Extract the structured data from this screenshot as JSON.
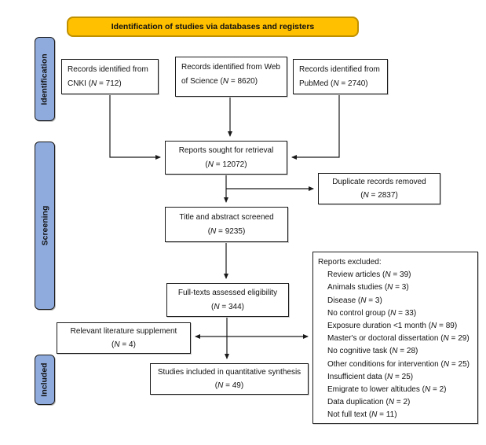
{
  "banner": {
    "label": "Identification of studies via databases and registers"
  },
  "stages": [
    {
      "label": "Identification"
    },
    {
      "label": "Screening"
    },
    {
      "label": "Included"
    }
  ],
  "format": {
    "open": "(",
    "n": "N",
    "eq": " = ",
    "close": ")"
  },
  "boxes": {
    "cnki": {
      "label": "Records identified from CNKI",
      "n": "712"
    },
    "wos": {
      "label": "Records identified from Web of Science",
      "n": "8620"
    },
    "pubmed": {
      "label": "Records identified from PubMed",
      "n": "2740"
    },
    "retrieval": {
      "label": "Reports sought for retrieval",
      "n": "12072"
    },
    "duplicates": {
      "label": "Duplicate records removed",
      "n": "2837"
    },
    "screened": {
      "label": "Title and abstract screened",
      "n": "9235"
    },
    "fulltext": {
      "label": "Full-texts assessed eligibility",
      "n": "344"
    },
    "supplement": {
      "label": "Relevant literature supplement",
      "n": "4"
    },
    "included": {
      "label": "Studies included in quantitative synthesis",
      "n": "49"
    }
  },
  "excluded": {
    "title": "Reports excluded:",
    "items": [
      {
        "label": "Review articles",
        "n": "39"
      },
      {
        "label": "Animals studies",
        "n": "3"
      },
      {
        "label": "Disease",
        "n": "3"
      },
      {
        "label": "No control group",
        "n": "33"
      },
      {
        "label": "Exposure duration <1 month",
        "n": "89"
      },
      {
        "label": "Master's or doctoral dissertation",
        "n": "29"
      },
      {
        "label": "No cognitive task",
        "n": "28"
      },
      {
        "label": "Other conditions for intervention",
        "n": "25"
      },
      {
        "label": "Insufficient data",
        "n": "25"
      },
      {
        "label": "Emigrate to lower altitudes",
        "n": "2"
      },
      {
        "label": "Data duplication",
        "n": "2"
      },
      {
        "label": "Not full text",
        "n": "11"
      }
    ]
  },
  "colors": {
    "banner_fill": "#FFC000",
    "banner_border": "#BF9000",
    "stage_fill": "#8FAADC",
    "box_border": "#1a1a1a",
    "arrow": "#1a1a1a"
  }
}
